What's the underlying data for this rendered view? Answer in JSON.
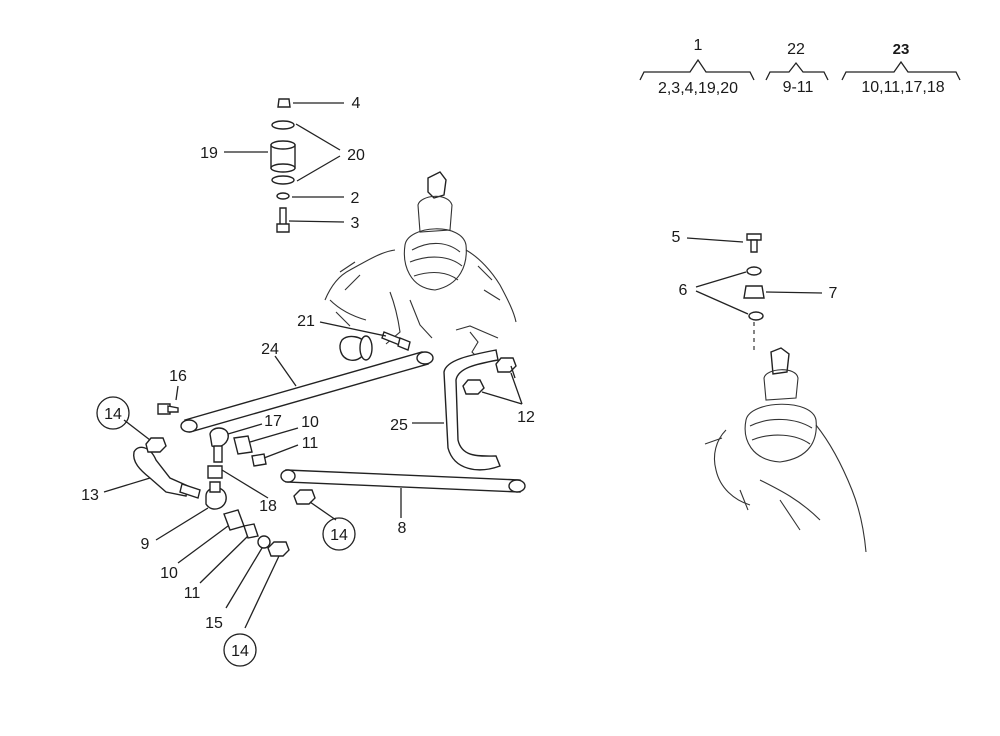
{
  "legend": [
    {
      "group": "1",
      "members": "2,3,4,19,20"
    },
    {
      "group": "22",
      "members": "9-11"
    },
    {
      "group": "23",
      "members": "10,11,17,18"
    }
  ],
  "callouts": {
    "c1": "1",
    "c2": "2",
    "c3": "3",
    "c4": "4",
    "c5": "5",
    "c6": "6",
    "c7": "7",
    "c8": "8",
    "c9": "9",
    "c10": "10",
    "c11": "11",
    "c12": "12",
    "c13": "13",
    "c14": "14",
    "c15": "15",
    "c16": "16",
    "c17": "17",
    "c18": "18",
    "c19": "19",
    "c20": "20",
    "c21": "21",
    "c22": "22",
    "c23": "23",
    "c24": "24",
    "c25": "25"
  }
}
